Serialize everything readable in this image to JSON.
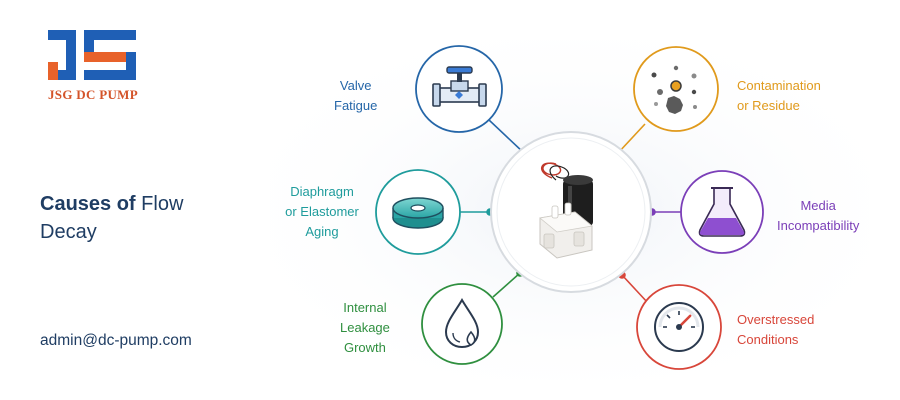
{
  "brand": {
    "logo_text": "JSG DC PUMP",
    "colors": {
      "blue": "#1f5fb5",
      "orange": "#e8622a",
      "navy": "#1f3d63"
    }
  },
  "title": {
    "bold": "Causes of",
    "rest": "Flow Decay"
  },
  "email": "admin@dc-pump.com",
  "center": {
    "icon": "dc-pump-product-image"
  },
  "causes": [
    {
      "id": "valve",
      "lines": [
        "Valve",
        "Fatigue"
      ],
      "color": "#2566a8",
      "icon": "valve-pipe-icon"
    },
    {
      "id": "contam",
      "lines": [
        "Contamination",
        "or Residue"
      ],
      "color": "#e09a1c",
      "icon": "particles-icon"
    },
    {
      "id": "diaph",
      "lines": [
        "Diaphragm",
        "or Elastomer",
        "Aging"
      ],
      "color": "#1f9c9c",
      "icon": "diaphragm-disc-icon"
    },
    {
      "id": "media",
      "lines": [
        "Media",
        "Incompatibility"
      ],
      "color": "#7b3fb8",
      "icon": "flask-icon"
    },
    {
      "id": "leak",
      "lines": [
        "Internal",
        "Leakage",
        "Growth"
      ],
      "color": "#2f8f3f",
      "icon": "drop-icon"
    },
    {
      "id": "over",
      "lines": [
        "Overstressed",
        "Conditions"
      ],
      "color": "#d8463a",
      "icon": "gauge-icon"
    }
  ]
}
